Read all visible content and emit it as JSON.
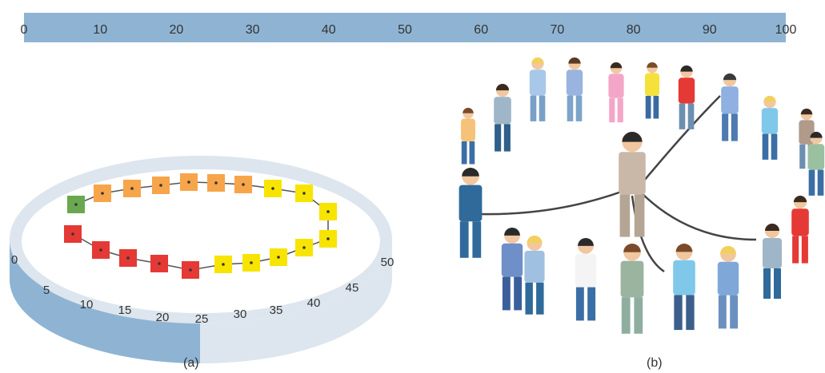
{
  "ruler": {
    "ticks": [
      "0",
      "10",
      "20",
      "30",
      "40",
      "50",
      "60",
      "70",
      "80",
      "90",
      "100"
    ],
    "color": "#8fb4d3"
  },
  "panel_a": {
    "caption": "(a)",
    "ring_ticks": [
      "0",
      "5",
      "10",
      "15",
      "20",
      "25",
      "30",
      "35",
      "40",
      "45",
      "50"
    ],
    "ring_colors": {
      "band_light": "#dde6ee",
      "band_front": "#8fb4d3"
    },
    "node_colors": {
      "green": "#6aa84f",
      "orange": "#f6a54b",
      "yellow": "#f7e400",
      "red": "#e53935"
    },
    "nodes": [
      "red",
      "red",
      "red",
      "red",
      "red",
      "yellow",
      "yellow",
      "yellow",
      "yellow",
      "yellow",
      "yellow",
      "yellow",
      "yellow",
      "orange",
      "orange",
      "orange",
      "orange",
      "orange",
      "orange",
      "green",
      "green"
    ]
  },
  "panel_b": {
    "caption": "(b)",
    "rope_color": "#444444"
  }
}
